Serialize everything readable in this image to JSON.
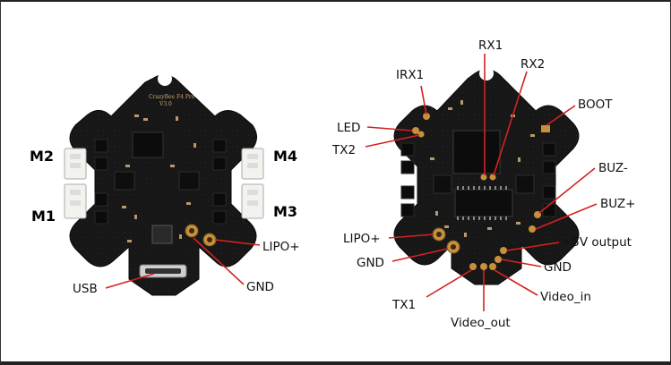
{
  "left_board": {
    "silkscreen": [
      "CrazyBee F4 Pro",
      "V3.0"
    ],
    "motor_labels": {
      "m2": "M2",
      "m1": "M1",
      "m4": "M4",
      "m3": "M3"
    },
    "callouts": {
      "lipo_plus": "LIPO+",
      "gnd": "GND",
      "usb": "USB"
    }
  },
  "right_board": {
    "callouts": {
      "rx1": "RX1",
      "rx2": "RX2",
      "irx1": "IRX1",
      "boot": "BOOT",
      "led": "LED",
      "tx2": "TX2",
      "buz_minus": "BUZ-",
      "buz_plus": "BUZ+",
      "lipo_plus": "LIPO+",
      "plus5v_output": "+5V output",
      "gnd_left": "GND",
      "gnd_right": "GND",
      "tx1": "TX1",
      "video_in": "Video_in",
      "video_out": "Video_out"
    }
  },
  "colors": {
    "leader_line": "#d42222",
    "pcb": "#161616",
    "pad": "#c8903a"
  }
}
